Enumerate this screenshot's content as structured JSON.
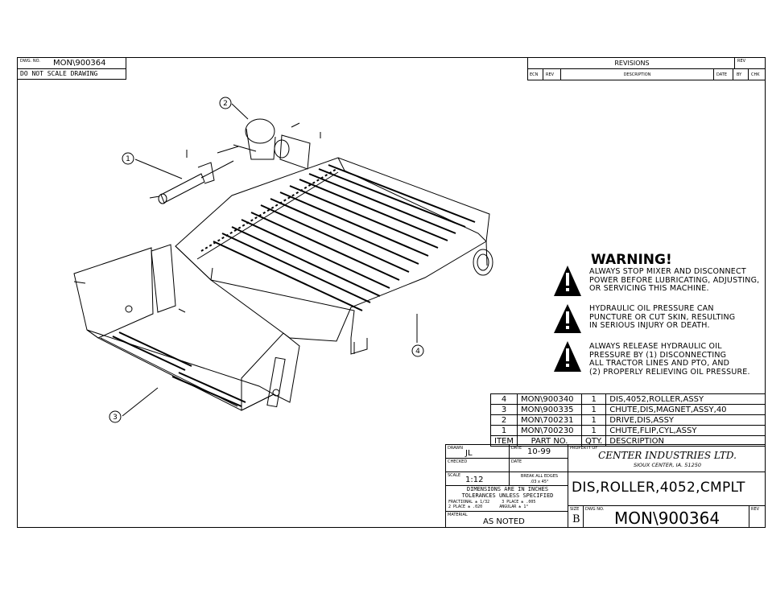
{
  "title_block_top": {
    "dwg_no_label": "DWG. NO.",
    "dwg_no": "MON\\900364",
    "note": "DO NOT SCALE DRAWING"
  },
  "revisions": {
    "title": "REVISIONS",
    "rev_label": "REV",
    "columns": [
      "ECN",
      "REV",
      "DESCRIPTION",
      "DATE",
      "BY",
      "CHK"
    ]
  },
  "callouts": [
    "1",
    "2",
    "3",
    "4"
  ],
  "warning": {
    "title": "WARNING!",
    "items": [
      [
        "ALWAYS STOP MIXER AND DISCONNECT",
        "POWER BEFORE LUBRICATING, ADJUSTING,",
        "OR SERVICING THIS MACHINE."
      ],
      [
        "HYDRAULIC OIL PRESSURE CAN",
        "PUNCTURE OR CUT SKIN, RESULTING",
        "IN SERIOUS INJURY OR DEATH."
      ],
      [
        "ALWAYS RELEASE HYDRAULIC OIL",
        "PRESSURE BY (1) DISCONNECTING",
        "ALL TRACTOR LINES AND PTO, AND",
        "(2) PROPERLY RELIEVING OIL PRESSURE."
      ]
    ]
  },
  "bom": {
    "rows": [
      {
        "item": "4",
        "part": "MON\\900340",
        "qty": "1",
        "desc": "DIS,4052,ROLLER,ASSY"
      },
      {
        "item": "3",
        "part": "MON\\900335",
        "qty": "1",
        "desc": "CHUTE,DIS,MAGNET,ASSY,40"
      },
      {
        "item": "2",
        "part": "MON\\700231",
        "qty": "1",
        "desc": "DRIVE,DIS,ASSY"
      },
      {
        "item": "1",
        "part": "MON\\700230",
        "qty": "1",
        "desc": "CHUTE,FLIP,CYL,ASSY"
      }
    ],
    "header": {
      "item": "ITEM",
      "part": "PART NO.",
      "qty": "QTY.",
      "desc": "DESCRIPTION"
    }
  },
  "title_block": {
    "drawn_label": "DRAWN",
    "drawn": "JL",
    "date_label": "DATE",
    "date": "10-99",
    "checked_label": "CHECKED",
    "date2_label": "DATE",
    "property_label": "PROPERTY OF",
    "company": "CENTER INDUSTRIES LTD.",
    "location": "SIOUX CENTER, IA. 51250",
    "scale_label": "SCALE",
    "scale": "1:12",
    "break_edges": [
      "BREAK ALL EDGES",
      ".03 x 45°"
    ],
    "tolerances": [
      "DIMENSIONS ARE IN INCHES",
      "TOLERANCES UNLESS SPECIFIED",
      "FRACTIONAL ± 1/32     3 PLACE ± .005",
      "2 PLACE ± .020       ANGULAR ± 1°"
    ],
    "material_label": "MATERIAL",
    "material": "AS NOTED",
    "drawing_title": "DIS,ROLLER,4052,CMPLT",
    "size_label": "SIZE",
    "size": "B",
    "dwg_no_label": "DWG NO.",
    "dwg_no": "MON\\900364",
    "rev_label": "REV"
  }
}
